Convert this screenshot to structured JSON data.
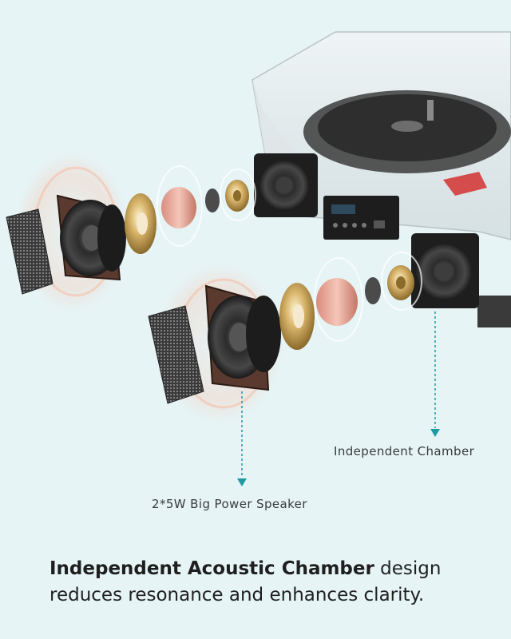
{
  "labels": {
    "chamber": "Independent Chamber",
    "speaker": "2*5W Big Power Speaker"
  },
  "caption": {
    "bold": "Independent Acoustic Chamber",
    "line1_rest": " design",
    "line2": "reduces resonance and enhances clarity."
  },
  "colors": {
    "background": "#e6f4f6",
    "callout_line": "#1f9aa3",
    "text": "#1f1f1f"
  }
}
